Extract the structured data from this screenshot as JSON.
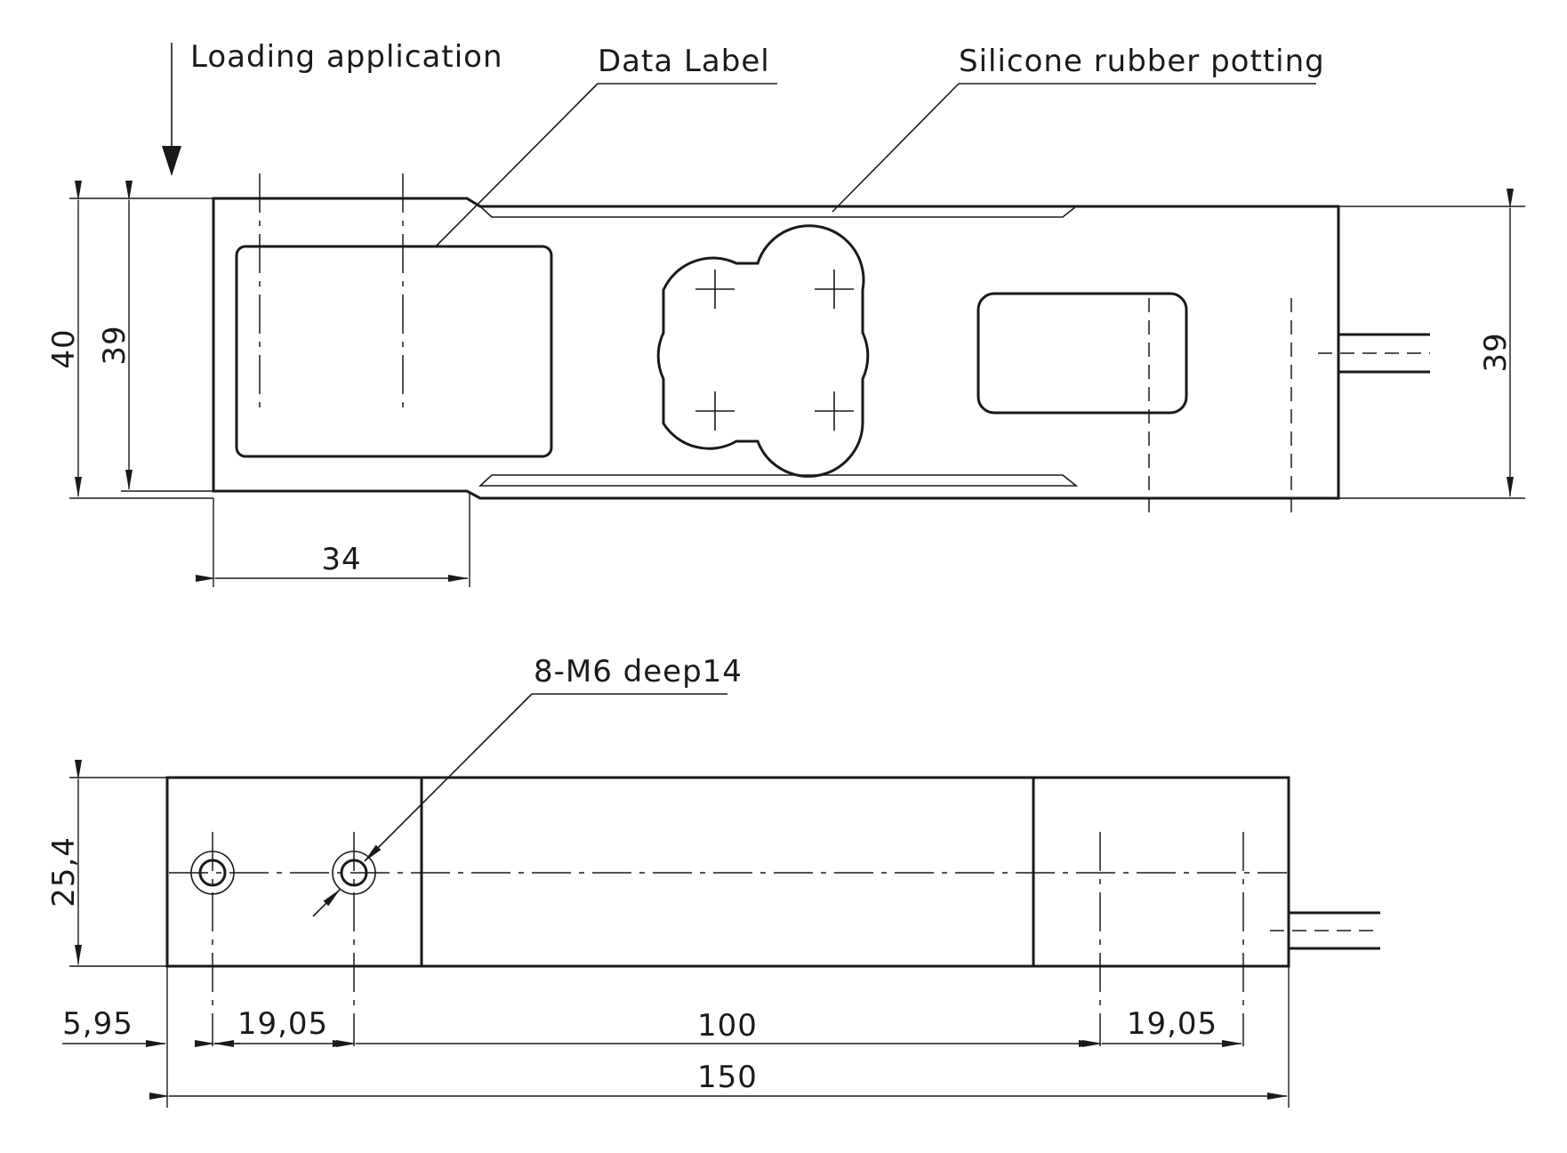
{
  "labels": {
    "loading": "Loading application",
    "data_label": "Data Label",
    "silicone": "Silicone rubber potting",
    "thread": "8-M6 deep14"
  },
  "dimensions": {
    "d40": "40",
    "d39_left": "39",
    "d39_right": "39",
    "d34": "34",
    "d254": "25,4",
    "d595": "5,95",
    "d1905_left": "19,05",
    "d100": "100",
    "d1905_right": "19,05",
    "d150": "150"
  }
}
